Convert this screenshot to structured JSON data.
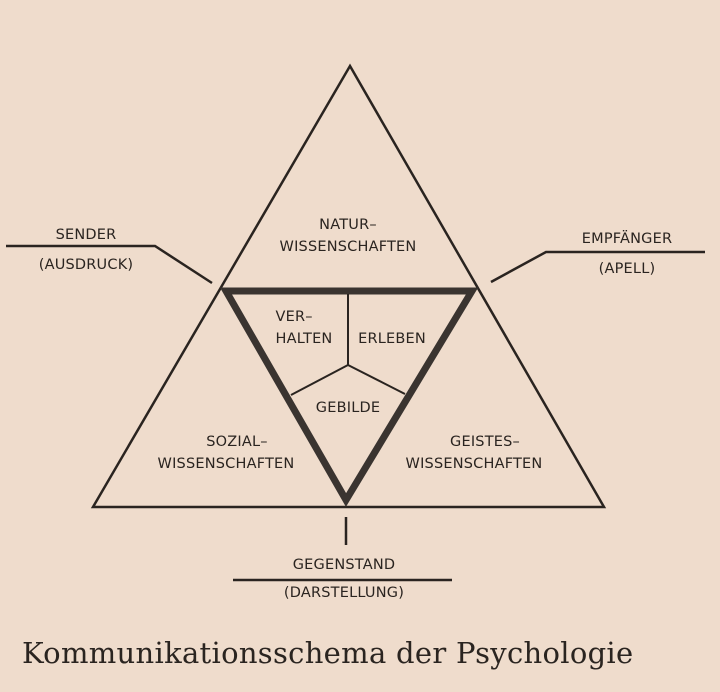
{
  "diagram": {
    "outer_fields": {
      "top": [
        "NATUR–",
        "WISSENSCHAFTEN"
      ],
      "left": [
        "SOZIAL–",
        "WISSENSCHAFTEN"
      ],
      "right": [
        "GEISTES–",
        "WISSENSCHAFTEN"
      ]
    },
    "inner_fields": {
      "left": [
        "VER–",
        "HALTEN"
      ],
      "right": "ERLEBEN",
      "bottom": "GEBILDE"
    },
    "poles": {
      "sender": {
        "title": "SENDER",
        "sub": "(AUSDRUCK)"
      },
      "receiver": {
        "title": "EMPFÄNGER",
        "sub": "(APELL)"
      },
      "object": {
        "title": "GEGENSTAND",
        "sub": "(DARSTELLUNG)"
      }
    }
  },
  "caption": "Kommunikationsschema der Psychologie"
}
